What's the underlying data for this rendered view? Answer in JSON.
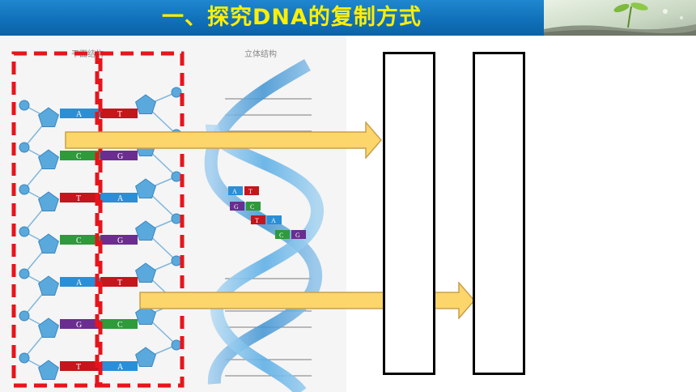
{
  "slide": {
    "title": "一、探究DNA的复制方式"
  },
  "diagram": {
    "plane_label": "平面结构",
    "stereo_label": "立体结构",
    "left_strand": [
      "A",
      "C",
      "T",
      "C",
      "A",
      "G",
      "T"
    ],
    "right_strand": [
      "T",
      "G",
      "A",
      "G",
      "T",
      "C",
      "A"
    ],
    "helix_pairs": [
      {
        "left": "A",
        "right": "T"
      },
      {
        "left": "G",
        "right": "C"
      },
      {
        "left": "T",
        "right": "A"
      },
      {
        "left": "C",
        "right": "G"
      }
    ]
  },
  "colors": {
    "title_bar": "#0f6fb8",
    "title_text": "#ffef00",
    "A": "#2a8fd6",
    "T": "#c4161c",
    "C": "#2e9a3a",
    "G": "#6b2d8f",
    "dashed_box": "#e8141b",
    "arrow_fill": "#fcd56b",
    "sugar": "#5aa9dc"
  }
}
